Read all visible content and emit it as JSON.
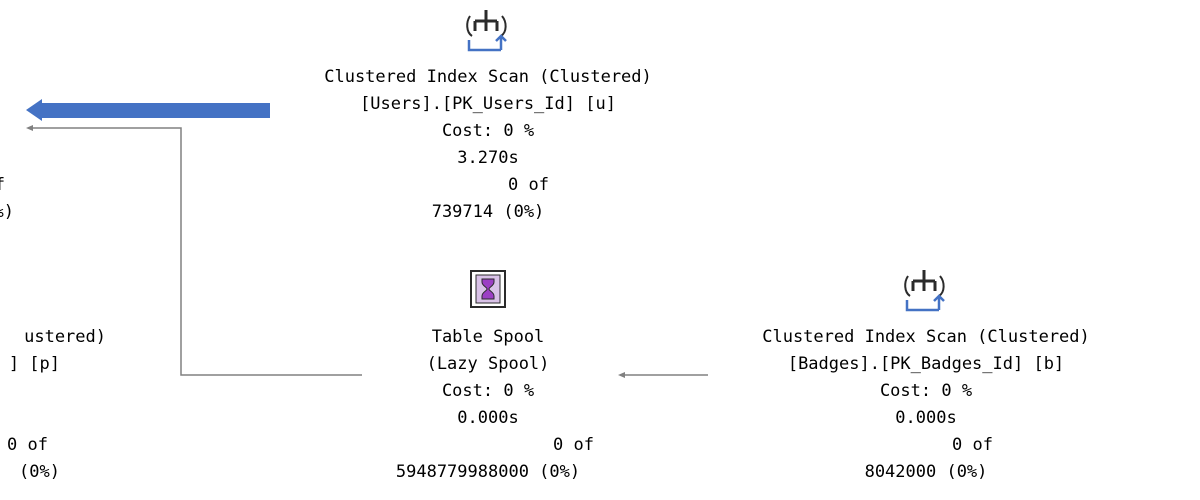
{
  "colors": {
    "data_arrow": "#4472c4",
    "connector": "#808080",
    "spool_icon": "#9b3fc4",
    "scan_icon": "#2b2b2b"
  },
  "left_partial": {
    "row_of": "f",
    "row_pct": "%)",
    "op_line1": "ustered)",
    "op_line2": "] [p]",
    "rows_of": "0 of",
    "rows_pct": "(0%)"
  },
  "users_scan": {
    "icon": "clustered-index-scan-icon",
    "title": "Clustered Index Scan (Clustered)",
    "object": "[Users].[PK_Users_Id] [u]",
    "cost": "Cost: 0 %",
    "time": "3.270s",
    "rows_of": "0 of",
    "rows_est": "739714 (0%)"
  },
  "table_spool": {
    "icon": "table-spool-icon",
    "title": "Table Spool",
    "subtitle": "(Lazy Spool)",
    "cost": "Cost: 0 %",
    "time": "0.000s",
    "rows_of": "0 of",
    "rows_est": "5948779988000 (0%)"
  },
  "badges_scan": {
    "icon": "clustered-index-scan-icon",
    "title": "Clustered Index Scan (Clustered)",
    "object": "[Badges].[PK_Badges_Id] [b]",
    "cost": "Cost: 0 %",
    "time": "0.000s",
    "rows_of": "0 of",
    "rows_est": "8042000 (0%)"
  }
}
